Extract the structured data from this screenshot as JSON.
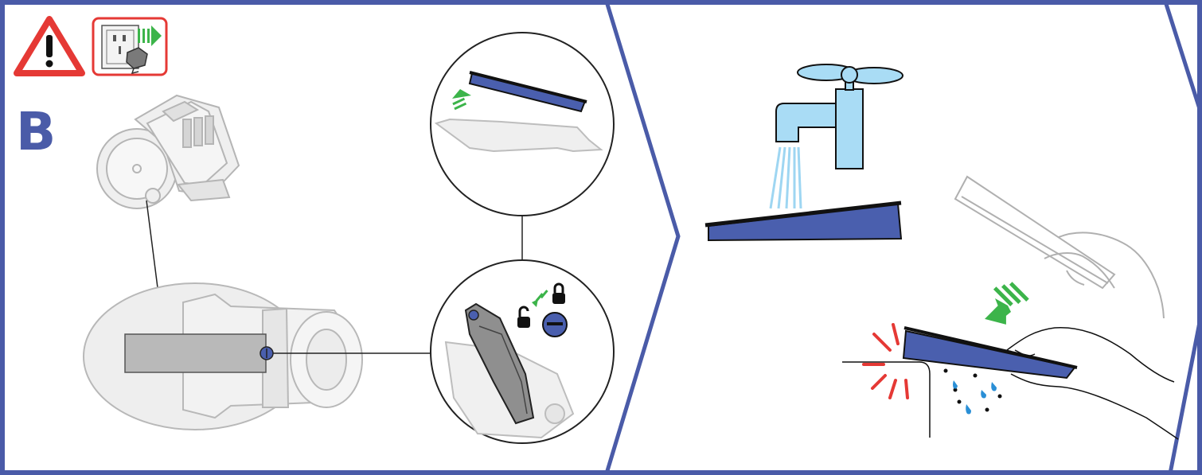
{
  "step": {
    "letter": "B"
  },
  "colors": {
    "frame_blue": "#4a5ba8",
    "filter_blue": "#4a5fae",
    "warning_red": "#e53935",
    "arrow_green": "#3cb44a",
    "water_blue": "#a9dcf5",
    "water_drop_blue": "#2a8fd6",
    "part_gray": "#bdbdbd",
    "outline_gray": "#9a9a9a"
  },
  "icons": {
    "warning": "warning-triangle-icon",
    "unplug": "unplug-icon",
    "lock": "lock-icon",
    "unlock": "unlock-icon",
    "tap": "water-tap-icon"
  },
  "panels": [
    {
      "id": "remove-filter",
      "content": "vacuum-with-filter-cover"
    },
    {
      "id": "wash-filter",
      "content": "rinse-and-tap-filter"
    }
  ]
}
